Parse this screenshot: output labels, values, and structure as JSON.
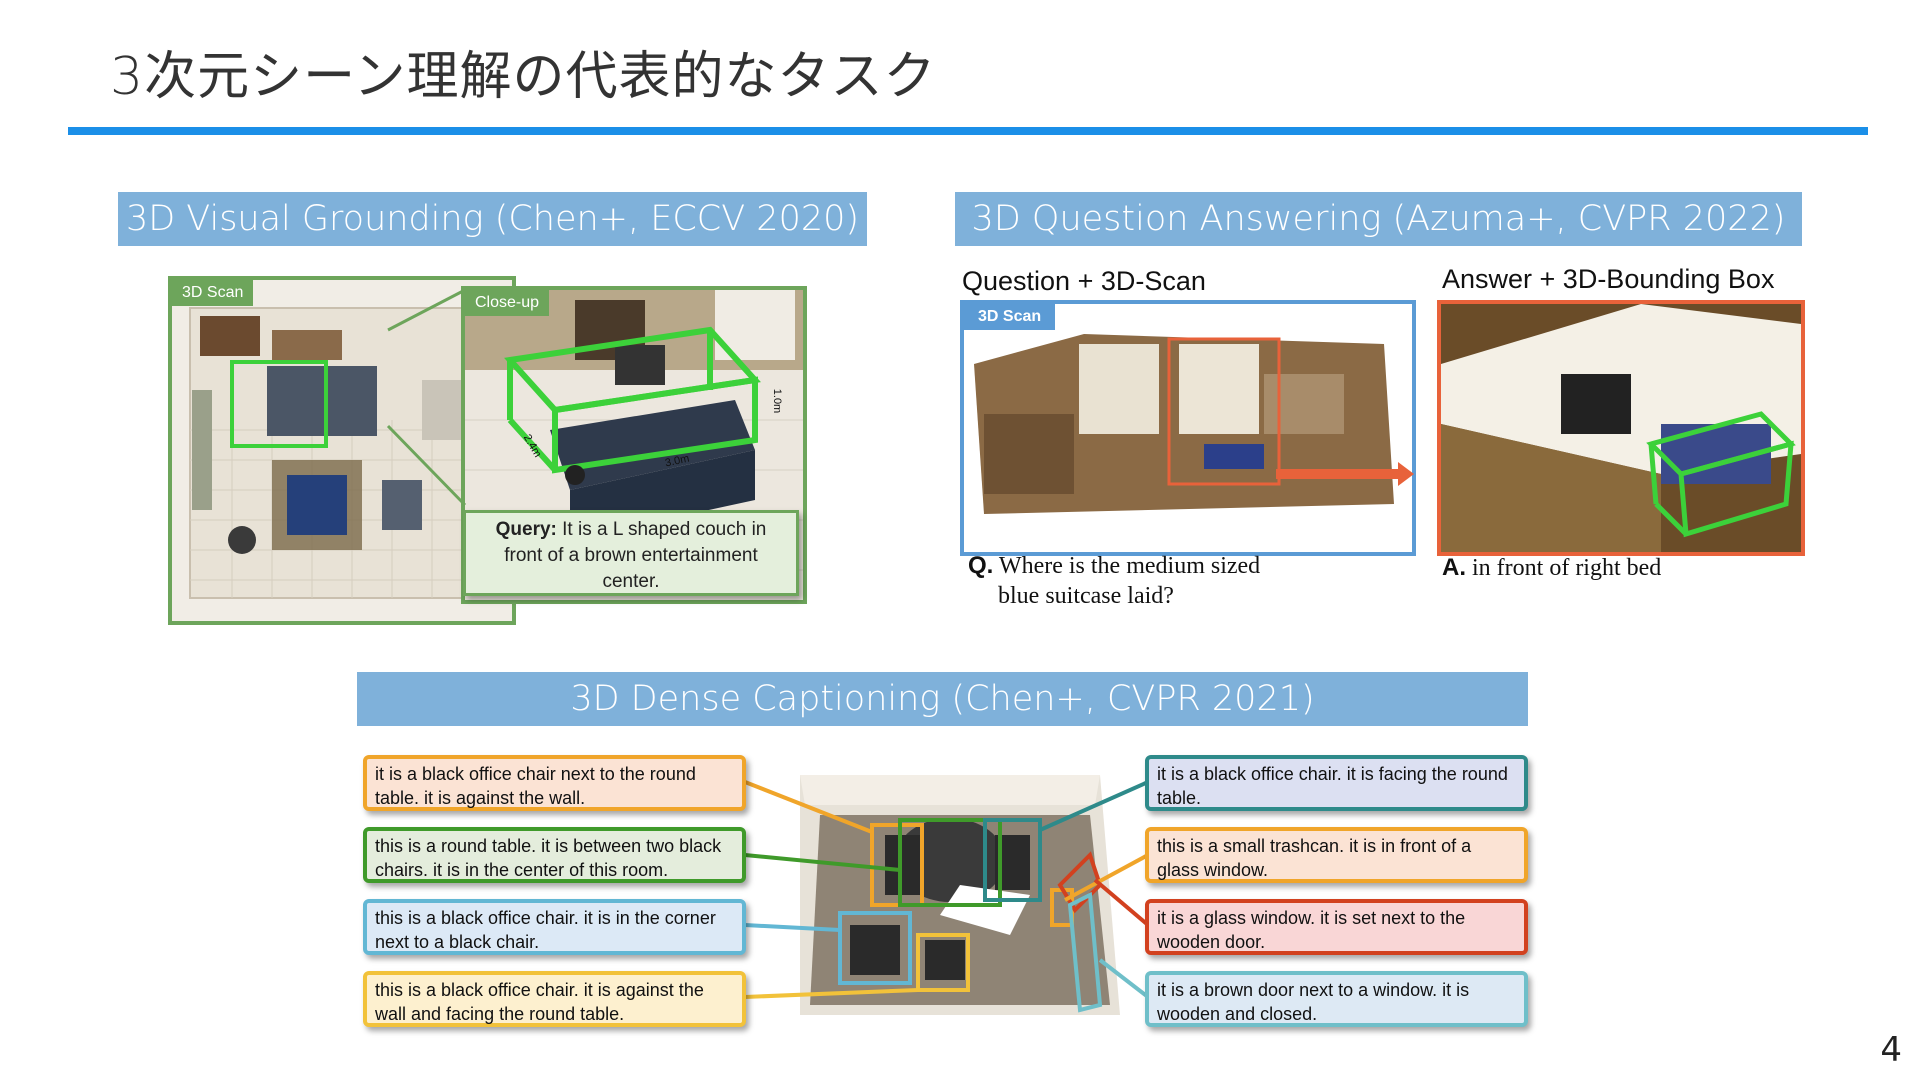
{
  "slide": {
    "title": "3次元シーン理解の代表的なタスク",
    "page_number": "4"
  },
  "grounding": {
    "header": "3D Visual Grounding (Chen+, ECCV 2020)",
    "scan_label": "3D Scan",
    "closeup_label": "Close-up",
    "dim_height": "1.0m",
    "dim_depth": "2.4m",
    "dim_width": "3.0m",
    "query_label": "Query:",
    "query_text": "It is a L shaped couch in front of a brown entertainment center."
  },
  "qa": {
    "header": "3D Question Answering (Azuma+, CVPR 2022)",
    "left_heading": "Question + 3D-Scan",
    "right_heading": "Answer + 3D-Bounding Box",
    "scan_label": "3D Scan",
    "question_label": "Q.",
    "question_line1": "Where is the medium sized",
    "question_line2": "blue suitcase laid?",
    "answer_label": "A.",
    "answer_text": "in front of right bed"
  },
  "captioning": {
    "header": "3D Dense Captioning (Chen+, CVPR 2021)",
    "left_captions": [
      {
        "text": "it is a black office chair next to the round table. it is against the wall.",
        "border": "#f0a52a",
        "bg": "#fbe3d4"
      },
      {
        "text": "this is a round table. it is between two black chairs. it is in the center of this room.",
        "border": "#3f9a2a",
        "bg": "#e4eddc"
      },
      {
        "text": "this is a black office chair. it is in the corner next to a black chair.",
        "border": "#62b7d4",
        "bg": "#dce9f6"
      },
      {
        "text": "this is a black office chair. it is against the wall and facing the round table.",
        "border": "#f2c23a",
        "bg": "#fdf0cf"
      }
    ],
    "right_captions": [
      {
        "text": "it is a black office chair. it is facing the round table.",
        "border": "#2e8a8a",
        "bg": "#dce0f2"
      },
      {
        "text": "this is a small trashcan. it is in front of a glass window.",
        "border": "#f0a52a",
        "bg": "#fbe3d4"
      },
      {
        "text": "it is a glass window. it is set next to the wooden door.",
        "border": "#d2411f",
        "bg": "#f9d6d6"
      },
      {
        "text": "it is a brown door next to a window. it is wooden and closed.",
        "border": "#6fbfc9",
        "bg": "#dde9f4"
      }
    ]
  },
  "colors": {
    "accent_rule": "#1b8fe8",
    "section_header": "#7fb1da",
    "grounding_green": "#6da55b",
    "qa_blue": "#5b9bd5",
    "qa_orange": "#e8623a"
  }
}
